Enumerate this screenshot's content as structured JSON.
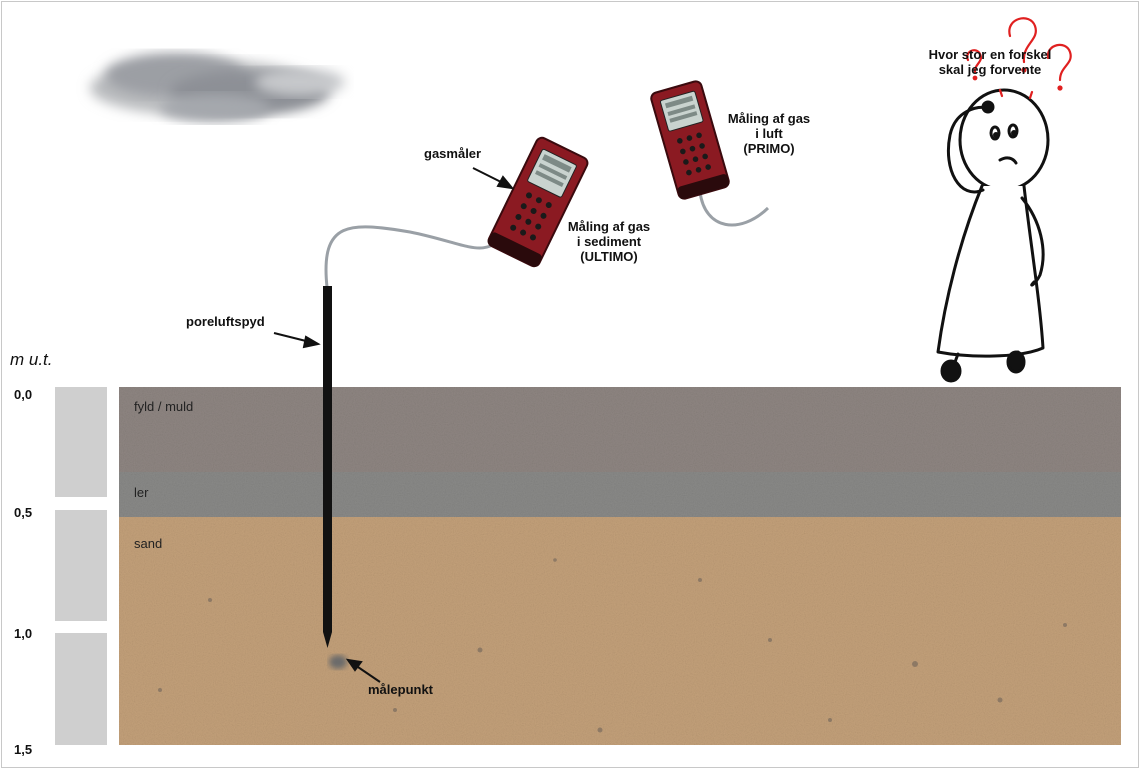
{
  "depth_axis": {
    "unit": "m u.t.",
    "ticks": [
      "0,0",
      "0,5",
      "1,0",
      "1,5"
    ]
  },
  "layers": [
    {
      "label": "fyld / muld",
      "color": "#8f8682"
    },
    {
      "label": "ler",
      "color": "#8a8a88"
    },
    {
      "label": "sand",
      "color": "#c4a17a"
    }
  ],
  "labels": {
    "gasmaler": "gasmåler",
    "sediment_line1": "Måling af gas",
    "sediment_line2": "i sediment",
    "sediment_line3": "(ULTIMO)",
    "luft_line1": "Måling af gas",
    "luft_line2": "i luft",
    "luft_line3": "(PRIMO)",
    "poreluftspyd": "poreluftspyd",
    "malepunkt": "målepunkt",
    "question_line1": "Hvor stor en forskel",
    "question_line2": "skal jeg forvente"
  },
  "colors": {
    "meter_body": "#8b1a22",
    "question_mark": "#e02020"
  }
}
